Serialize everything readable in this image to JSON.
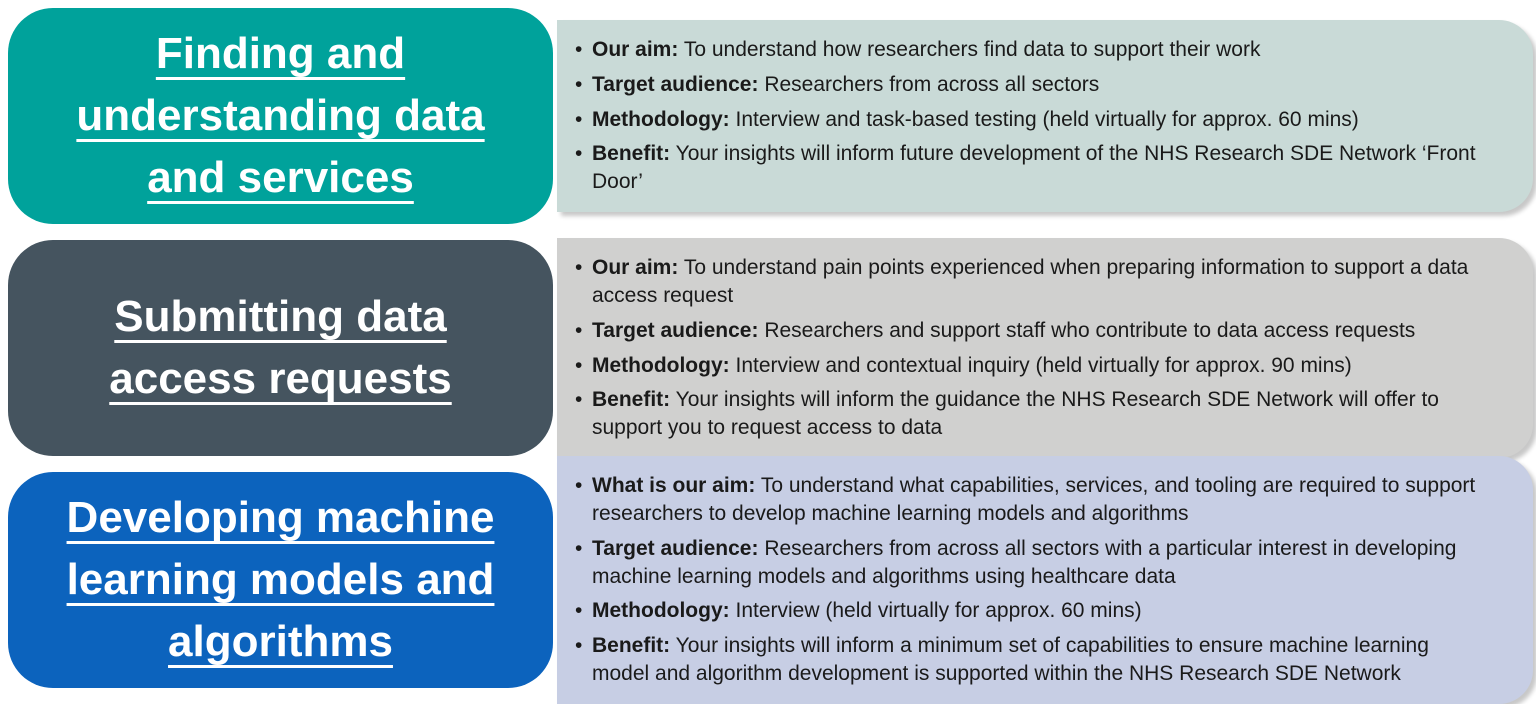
{
  "colors": {
    "background": "#FFFFFF",
    "title_text": "#FFFFFF",
    "body_text": "#1A1A1A",
    "teal_card": "#00A29B",
    "teal_panel": "#C9DAD7",
    "slate_card": "#45545F",
    "slate_panel": "#D0D0CF",
    "blue_card": "#0C63BD",
    "blue_panel": "#C7CEE4"
  },
  "glyphs": {
    "bullet": "•"
  },
  "rows": [
    {
      "title": "Finding and understanding data and services",
      "title_lines": [
        "Finding and",
        "understanding data",
        "and services"
      ],
      "card_bg": "#00A29B",
      "panel_bg": "#C9DAD7",
      "bullets": [
        {
          "label": "Our aim:",
          "text": "To understand how researchers find data to support their work"
        },
        {
          "label": "Target audience:",
          "text": "Researchers from across all sectors"
        },
        {
          "label": "Methodology:",
          "text": "Interview and task-based testing (held virtually for approx. 60 mins)"
        },
        {
          "label": "Benefit:",
          "text": "Your insights will inform future development of the NHS Research SDE Network ‘Front Door’"
        }
      ]
    },
    {
      "title": "Submitting data access requests",
      "title_lines": [
        "Submitting data",
        "access requests"
      ],
      "card_bg": "#45545F",
      "panel_bg": "#D0D0CF",
      "bullets": [
        {
          "label": "Our aim:",
          "text": "To understand pain points experienced when preparing information to support a data access request"
        },
        {
          "label": "Target audience:",
          "text": "Researchers and support staff who contribute to data access requests"
        },
        {
          "label": "Methodology:",
          "text": "Interview and contextual inquiry (held virtually for approx. 90 mins)"
        },
        {
          "label": "Benefit:",
          "text": "Your insights will inform the guidance the NHS Research SDE Network will offer to support you to request access to data"
        }
      ]
    },
    {
      "title": "Developing machine learning models and algorithms",
      "title_lines": [
        "Developing machine",
        "learning models and",
        "algorithms"
      ],
      "card_bg": "#0C63BD",
      "panel_bg": "#C7CEE4",
      "bullets": [
        {
          "label": "What is our aim:",
          "text": "To understand what capabilities, services, and tooling are required to support researchers to develop machine learning models and algorithms"
        },
        {
          "label": "Target audience:",
          "text": "Researchers from across all sectors with a particular interest in developing machine learning models and algorithms using healthcare data"
        },
        {
          "label": "Methodology:",
          "text": "Interview (held virtually for approx. 60 mins)"
        },
        {
          "label": "Benefit:",
          "text": "Your insights will inform a minimum set of capabilities to ensure machine learning model and algorithm development is supported within the NHS Research SDE Network"
        }
      ]
    }
  ]
}
